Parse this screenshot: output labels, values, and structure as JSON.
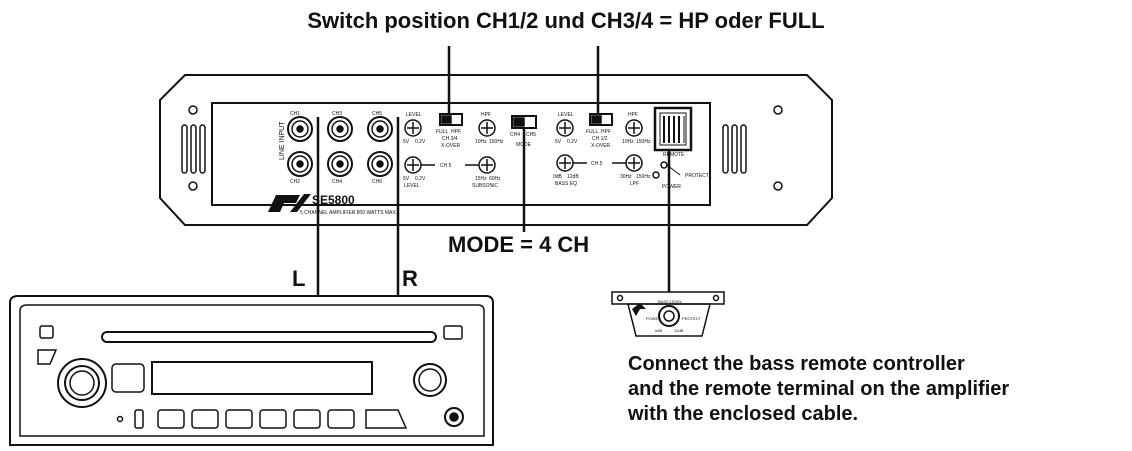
{
  "top_caption": "Switch position CH1/2 und CH3/4 = HP oder FULL",
  "mode_caption": "MODE = 4 CH",
  "left_channel": "L",
  "right_channel": "R",
  "remote_note": [
    "Connect the bass remote controller",
    "and the remote terminal on the amplifier",
    "with the enclosed cable."
  ],
  "amplifier": {
    "model": "SE5800",
    "subtitle": "5 CHANNEL AMPLIFIER 800 WATTS MAX.",
    "line_input_label": "LINE INPUT",
    "jacks": [
      "CH1",
      "CH2",
      "CH3",
      "CH4",
      "CH5",
      "CH6"
    ],
    "section1": {
      "level_label": "LEVEL",
      "level_range": [
        "5V",
        "0.2V"
      ],
      "hpf_label": "HPF",
      "hpf_range": [
        "10Hz",
        "150Hz"
      ],
      "switch_label": [
        "FULL",
        "HPF"
      ],
      "switch_sub": "CH 3/4",
      "xover_label": "X-OVER",
      "ch5_label": "CH 5",
      "level2_label": "LEVEL",
      "level2_range": [
        "5V",
        "0.2V"
      ],
      "subsonic_label": "SUBSONIC",
      "subsonic_range": [
        "15Hz",
        "60Hz"
      ]
    },
    "mode_switch": {
      "labels": [
        "CH4",
        "CH5"
      ],
      "title": "MODE"
    },
    "section2": {
      "level_label": "LEVEL",
      "level_range": [
        "5V",
        "0.2V"
      ],
      "hpf_label": "HPF",
      "hpf_range": [
        "10Hz",
        "150Hz"
      ],
      "switch_label": [
        "FULL",
        "HPF"
      ],
      "switch_sub": "CH 1/2",
      "xover_label": "X-OVER",
      "ch5_label": "CH 5",
      "bass_range": [
        "0dB",
        "12dB"
      ],
      "bass_label": "BASS EQ",
      "lpf_range": [
        "30Hz",
        "150Hz"
      ],
      "lpf_label": "LPF"
    },
    "remote_label": "REMOTE",
    "protect_label": "PROTECT",
    "power_label": "POWER"
  },
  "remote_controller": {
    "title": "BASS LEVEL",
    "left_label": "POWER",
    "right_label": "PROTECT",
    "range": [
      "0dB",
      "12dB"
    ]
  }
}
